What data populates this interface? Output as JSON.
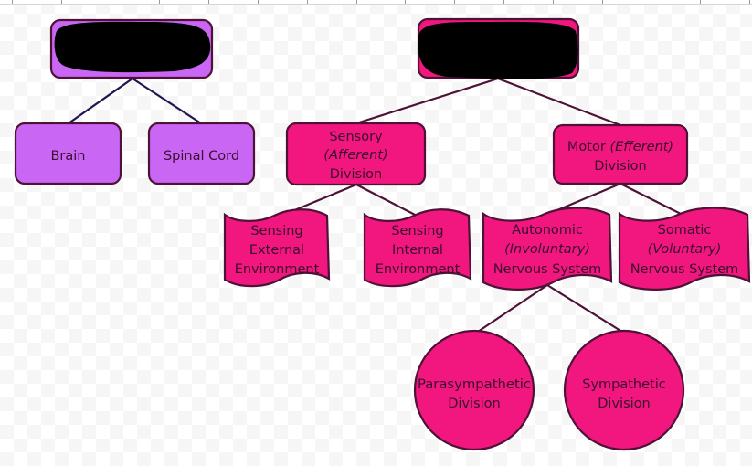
{
  "colors": {
    "purple_fill": "#c966f4",
    "pink_fill": "#f2167f",
    "stroke": "#4e1237",
    "purple_connector": "#201650",
    "redaction": "#000000"
  },
  "diagram": {
    "left_tree": {
      "root": {
        "label": "",
        "redacted": true
      },
      "children": [
        {
          "label": "Brain"
        },
        {
          "label": "Spinal Cord"
        }
      ]
    },
    "right_tree": {
      "root": {
        "label": "",
        "redacted": true
      },
      "sensory": {
        "line1": "Sensory",
        "line2": "(Afferent)",
        "line3": "Division",
        "children": [
          {
            "line1": "Sensing",
            "line2": "External",
            "line3": "Environment"
          },
          {
            "line1": "Sensing",
            "line2": "Internal",
            "line3": "Environment"
          }
        ]
      },
      "motor": {
        "line1a": "Motor ",
        "line1b": "(Efferent)",
        "line2": "Division",
        "children": [
          {
            "line1": "Autonomic",
            "line2": "(Involuntary)",
            "line3": "Nervous System",
            "children": [
              {
                "line1": "Parasympathetic",
                "line2": "Division"
              },
              {
                "line1": "Sympathetic",
                "line2": "Division"
              }
            ]
          },
          {
            "line1": "Somatic",
            "line2": "(Voluntary)",
            "line3": "Nervous System"
          }
        ]
      }
    }
  }
}
